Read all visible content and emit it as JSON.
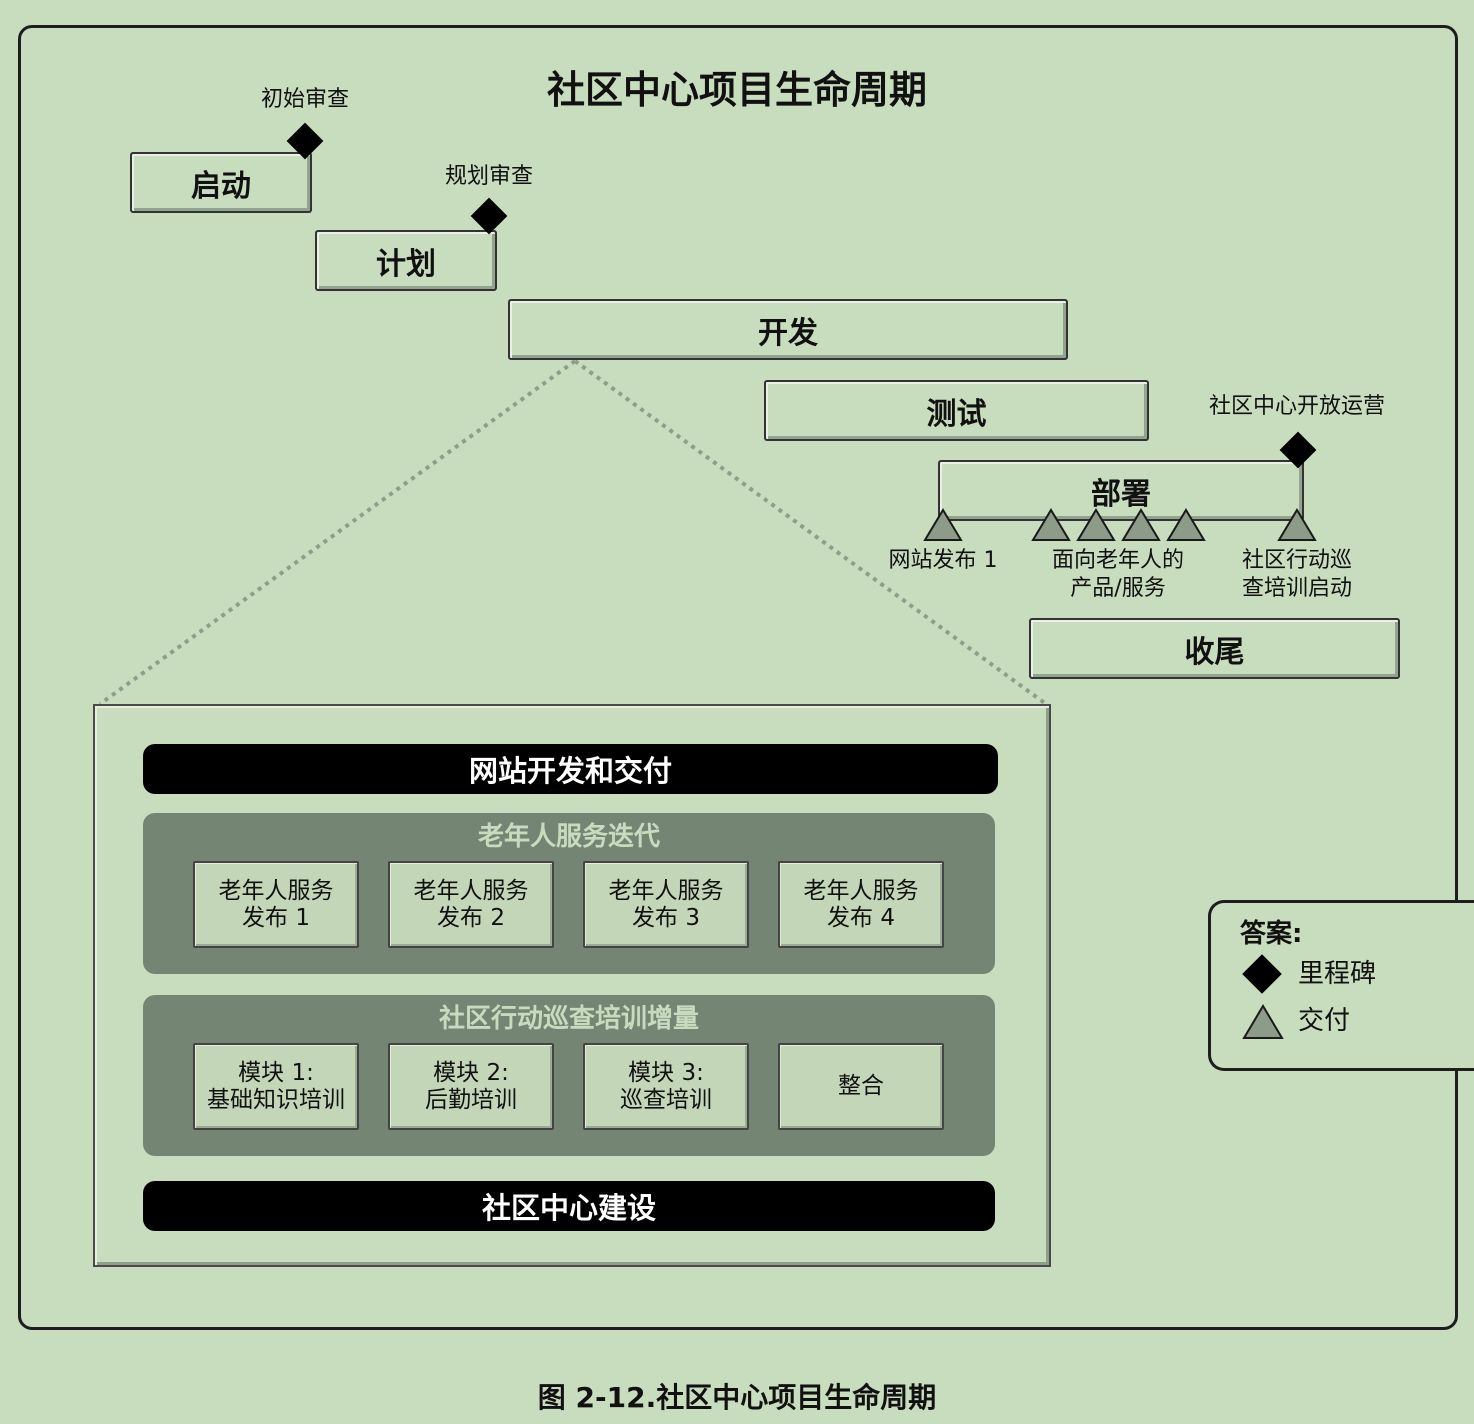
{
  "title": "社区中心项目生命周期",
  "phases": [
    {
      "label": "启动"
    },
    {
      "label": "计划"
    },
    {
      "label": "开发"
    },
    {
      "label": "测试"
    },
    {
      "label": "部署"
    },
    {
      "label": "收尾"
    }
  ],
  "milestones": [
    {
      "label": "初始审查"
    },
    {
      "label": "规划审查"
    },
    {
      "label": "社区中心开放运营"
    }
  ],
  "deliverables": [
    {
      "lines": [
        "网站发布 1"
      ]
    },
    {
      "lines": [
        "面向老年人的",
        "产品/服务"
      ]
    },
    {
      "lines": [
        "社区行动巡",
        "查培训启动"
      ]
    }
  ],
  "detail": {
    "top_bar": "网站开发和交付",
    "groups": [
      {
        "title": "老年人服务迭代",
        "items": [
          {
            "lines": [
              "老年人服务",
              "发布 1"
            ]
          },
          {
            "lines": [
              "老年人服务",
              "发布 2"
            ]
          },
          {
            "lines": [
              "老年人服务",
              "发布 3"
            ]
          },
          {
            "lines": [
              "老年人服务",
              "发布 4"
            ]
          }
        ]
      },
      {
        "title": "社区行动巡查培训增量",
        "items": [
          {
            "lines": [
              "模块 1:",
              "基础知识培训"
            ]
          },
          {
            "lines": [
              "模块 2:",
              "后勤培训"
            ]
          },
          {
            "lines": [
              "模块 3:",
              "巡查培训"
            ]
          },
          {
            "lines": [
              "整合"
            ]
          }
        ]
      }
    ],
    "bottom_bar": "社区中心建设"
  },
  "legend": {
    "title": "答案:",
    "milestone_label": "里程碑",
    "deliverable_label": "交付"
  },
  "icons": {
    "milestone": "diamond-icon",
    "deliverable": "triangle-icon"
  },
  "caption": "图 2-12.社区中心项目生命周期",
  "colors": {
    "background": "#c8dcbe",
    "group_fill": "#748574",
    "item_fill": "#c3d6b8",
    "bar_fill": "#000000",
    "deliverable_fill": "#8c9c88",
    "milestone_fill": "#000000",
    "connector": "#8e9e8a"
  }
}
